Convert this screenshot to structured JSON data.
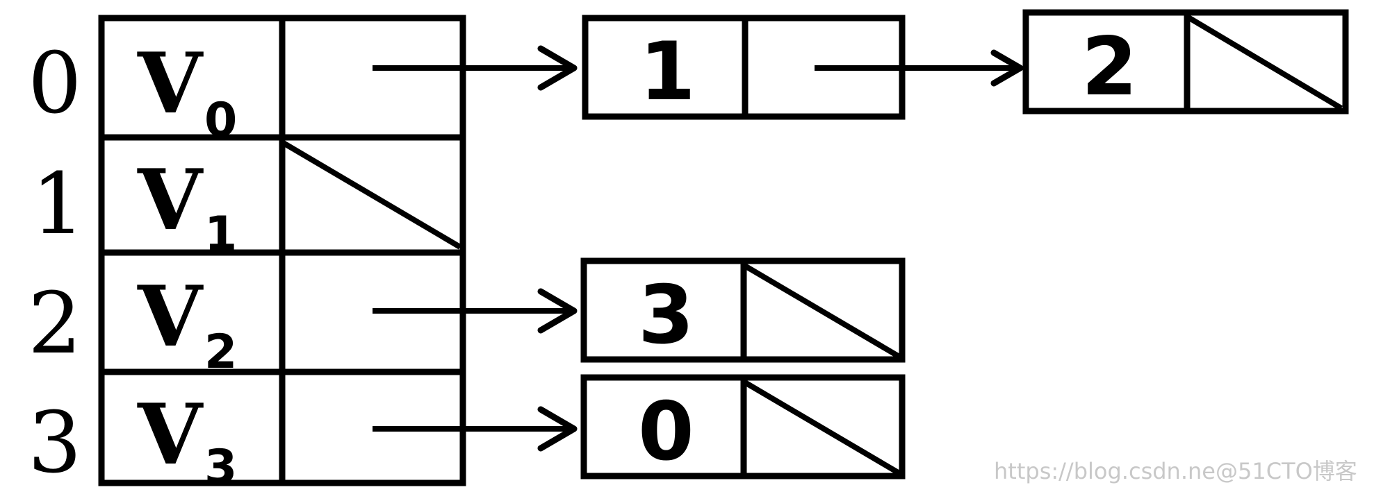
{
  "vertex_table": {
    "rows": [
      {
        "index": "0",
        "name": "V",
        "sub": "0"
      },
      {
        "index": "1",
        "name": "V",
        "sub": "1"
      },
      {
        "index": "2",
        "name": "V",
        "sub": "2"
      },
      {
        "index": "3",
        "name": "V",
        "sub": "3"
      }
    ]
  },
  "edge_nodes": {
    "v0_first": "1",
    "v0_second": "2",
    "v2_first": "3",
    "v3_first": "0"
  },
  "watermark": "https://blog.csdn.ne@51CTO博客"
}
